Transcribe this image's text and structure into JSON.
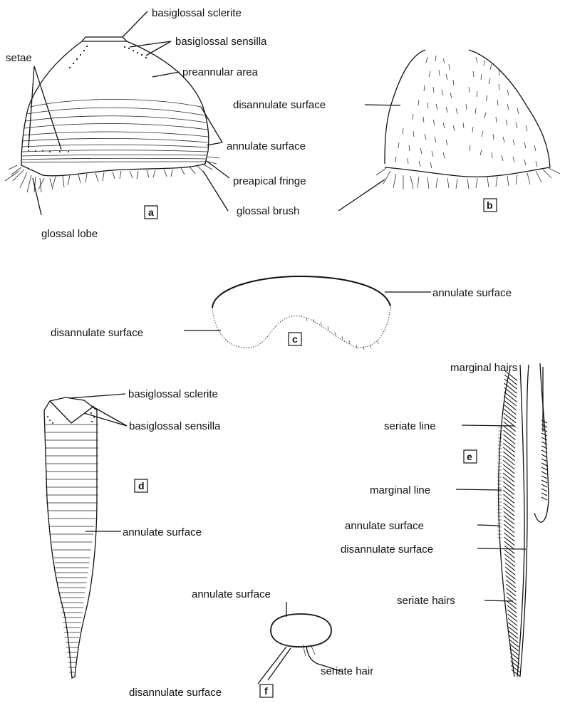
{
  "figure": {
    "panel_a": {
      "tag": "a",
      "labels": {
        "basiglossal_sclerite": "basiglossal sclerite",
        "basiglossal_sensilla": "basiglossal sensilla",
        "setae": "setae",
        "preannular_area": "preannular area",
        "annulate_surface": "annulate surface",
        "preapical_fringe": "preapical fringe",
        "glossal_brush": "glossal brush",
        "glossal_lobe": "glossal lobe"
      }
    },
    "panel_b": {
      "tag": "b",
      "labels": {
        "disannulate_surface": "disannulate surface"
      }
    },
    "panel_c": {
      "tag": "c",
      "labels": {
        "annulate_surface": "annulate surface",
        "disannulate_surface": "disannulate surface"
      }
    },
    "panel_d": {
      "tag": "d",
      "labels": {
        "basiglossal_sclerite": "basiglossal sclerite",
        "basiglossal_sensilla": "basiglossal sensilla",
        "annulate_surface": "annulate surface"
      }
    },
    "panel_e": {
      "tag": "e",
      "labels": {
        "marginal_hairs": "marginal hairs",
        "seriate_line": "seriate line",
        "marginal_line": "marginal line",
        "annulate_surface": "annulate surface",
        "disannulate_surface": "disannulate surface",
        "seriate_hairs": "seriate hairs"
      }
    },
    "panel_f": {
      "tag": "f",
      "labels": {
        "annulate_surface": "annulate surface",
        "seriate_hair": "seriate hair",
        "disannulate_surface": "disannulate surface"
      }
    }
  }
}
